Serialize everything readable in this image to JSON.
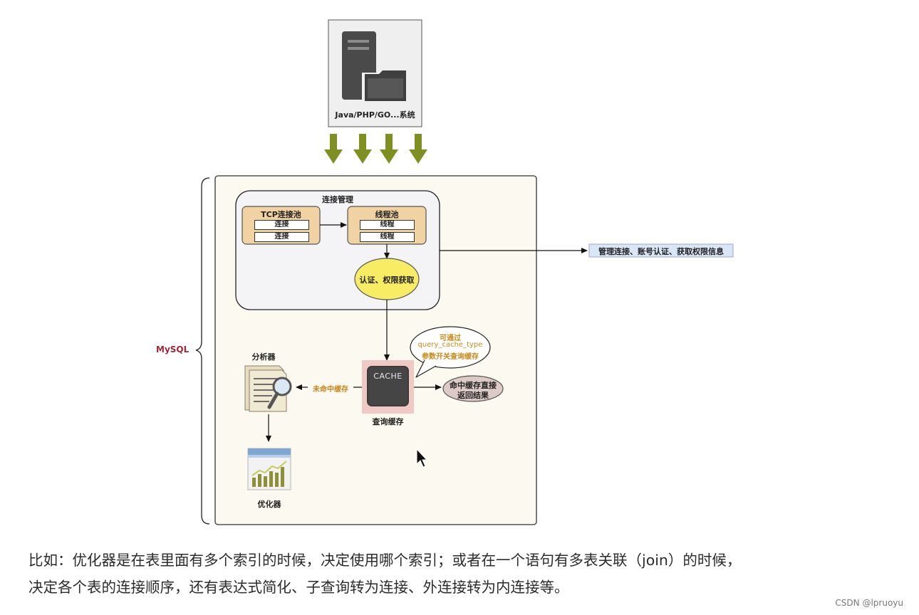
{
  "diagram": {
    "client_label": "Java/PHP/GO...系统",
    "mysql_label": "MySQL",
    "connection_mgmt": {
      "title": "连接管理",
      "tcp_pool": {
        "title": "TCP连接池",
        "items": [
          "连接",
          "连接"
        ]
      },
      "thread_pool": {
        "title": "线程池",
        "items": [
          "线程",
          "线程"
        ]
      },
      "auth": "认证、权限获取",
      "note": "管理连接、账号认证、获取权限信息"
    },
    "query_cache": {
      "cache_text": "CACHE",
      "label": "查询缓存",
      "bubble": [
        "可通过",
        "query_cache_type",
        "参数开关查询缓存"
      ],
      "hit_result": [
        "命中缓存直接",
        "返回结果"
      ],
      "miss_label": "未命中缓存"
    },
    "analyzer_label": "分析器",
    "optimizer_label": "优化器"
  },
  "caption": {
    "line1": "比如：优化器是在表里面有多个索引的时候，决定使用哪个索引；或者在一个语句有多表关联（join）的时候，",
    "line2": "决定各个表的连接顺序，还有表达式简化、子查询转为连接、外连接转为内连接等。"
  },
  "watermark": "CSDN @lpruoyu",
  "colors": {
    "down_arrow": "#7f8f22",
    "mysql_text": "#a0283a",
    "bubble_text": "#c88a16",
    "miss_text": "#c8861e",
    "auth_fill": "#f7ec63",
    "pool_fill": "#f1d3a3",
    "note_fill": "#dae6f5"
  }
}
